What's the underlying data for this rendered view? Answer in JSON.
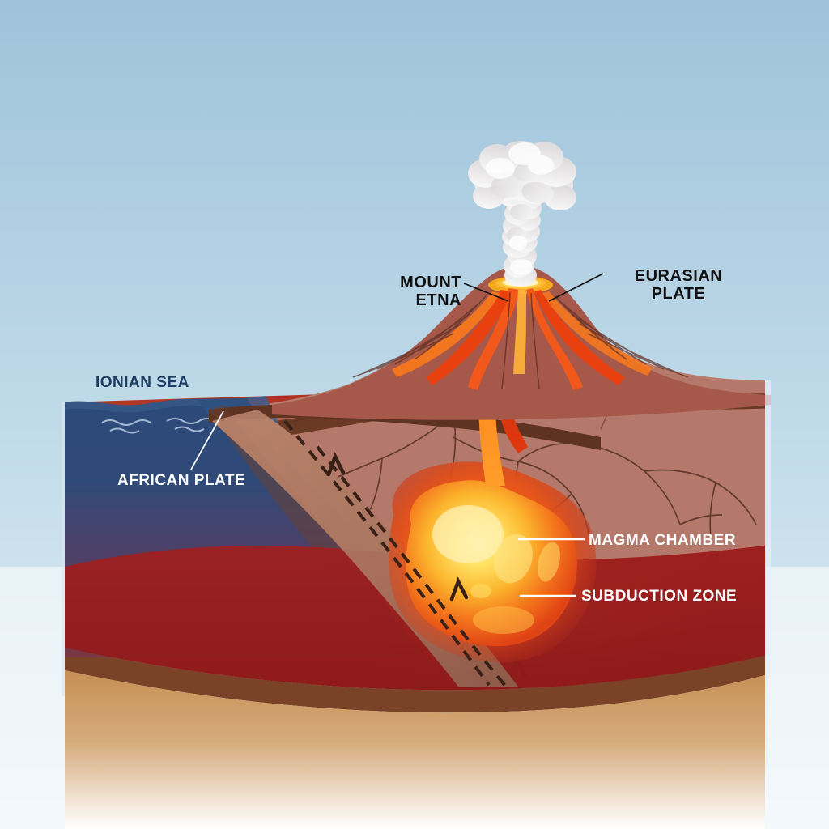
{
  "diagram": {
    "title": "Mount Etna subduction zone cross-section",
    "labels": {
      "mount_etna": "MOUNT\nETNA",
      "eurasian_plate": "EURASIAN\nPLATE",
      "ionian_sea": "IONIAN SEA",
      "african_plate": "AFRICAN PLATE",
      "magma_chamber": "MAGMA CHAMBER",
      "subduction_zone": "SUBDUCTION ZONE"
    },
    "colors": {
      "sky_top": "#9ec3da",
      "sky_bottom": "#dfecf3",
      "sea_surface": "#2b4a78",
      "sea_deep": "#6a3a4e",
      "crust_brown": "#b4786a",
      "crust_line": "#5e3322",
      "mantle_red": "#9c1f1f",
      "lower_mantle_tan": "#c08c52",
      "magma_core": "#ffe26a",
      "magma_mid": "#f9a020",
      "magma_edge": "#e24a18",
      "lava_channel": "#ff7a18",
      "lava_dark": "#d52a12",
      "smoke": "#e8e8e8",
      "label_dark": "#111111",
      "label_sea": "#1d3c62",
      "label_white": "#ffffff"
    },
    "features": [
      "ash-plume",
      "volcano-cone",
      "crater",
      "lava-conduit",
      "magma-chamber",
      "subducting-slab",
      "oceanic-crust",
      "continental-crust",
      "mantle",
      "sea-surface-waves",
      "motion-arrows"
    ]
  }
}
